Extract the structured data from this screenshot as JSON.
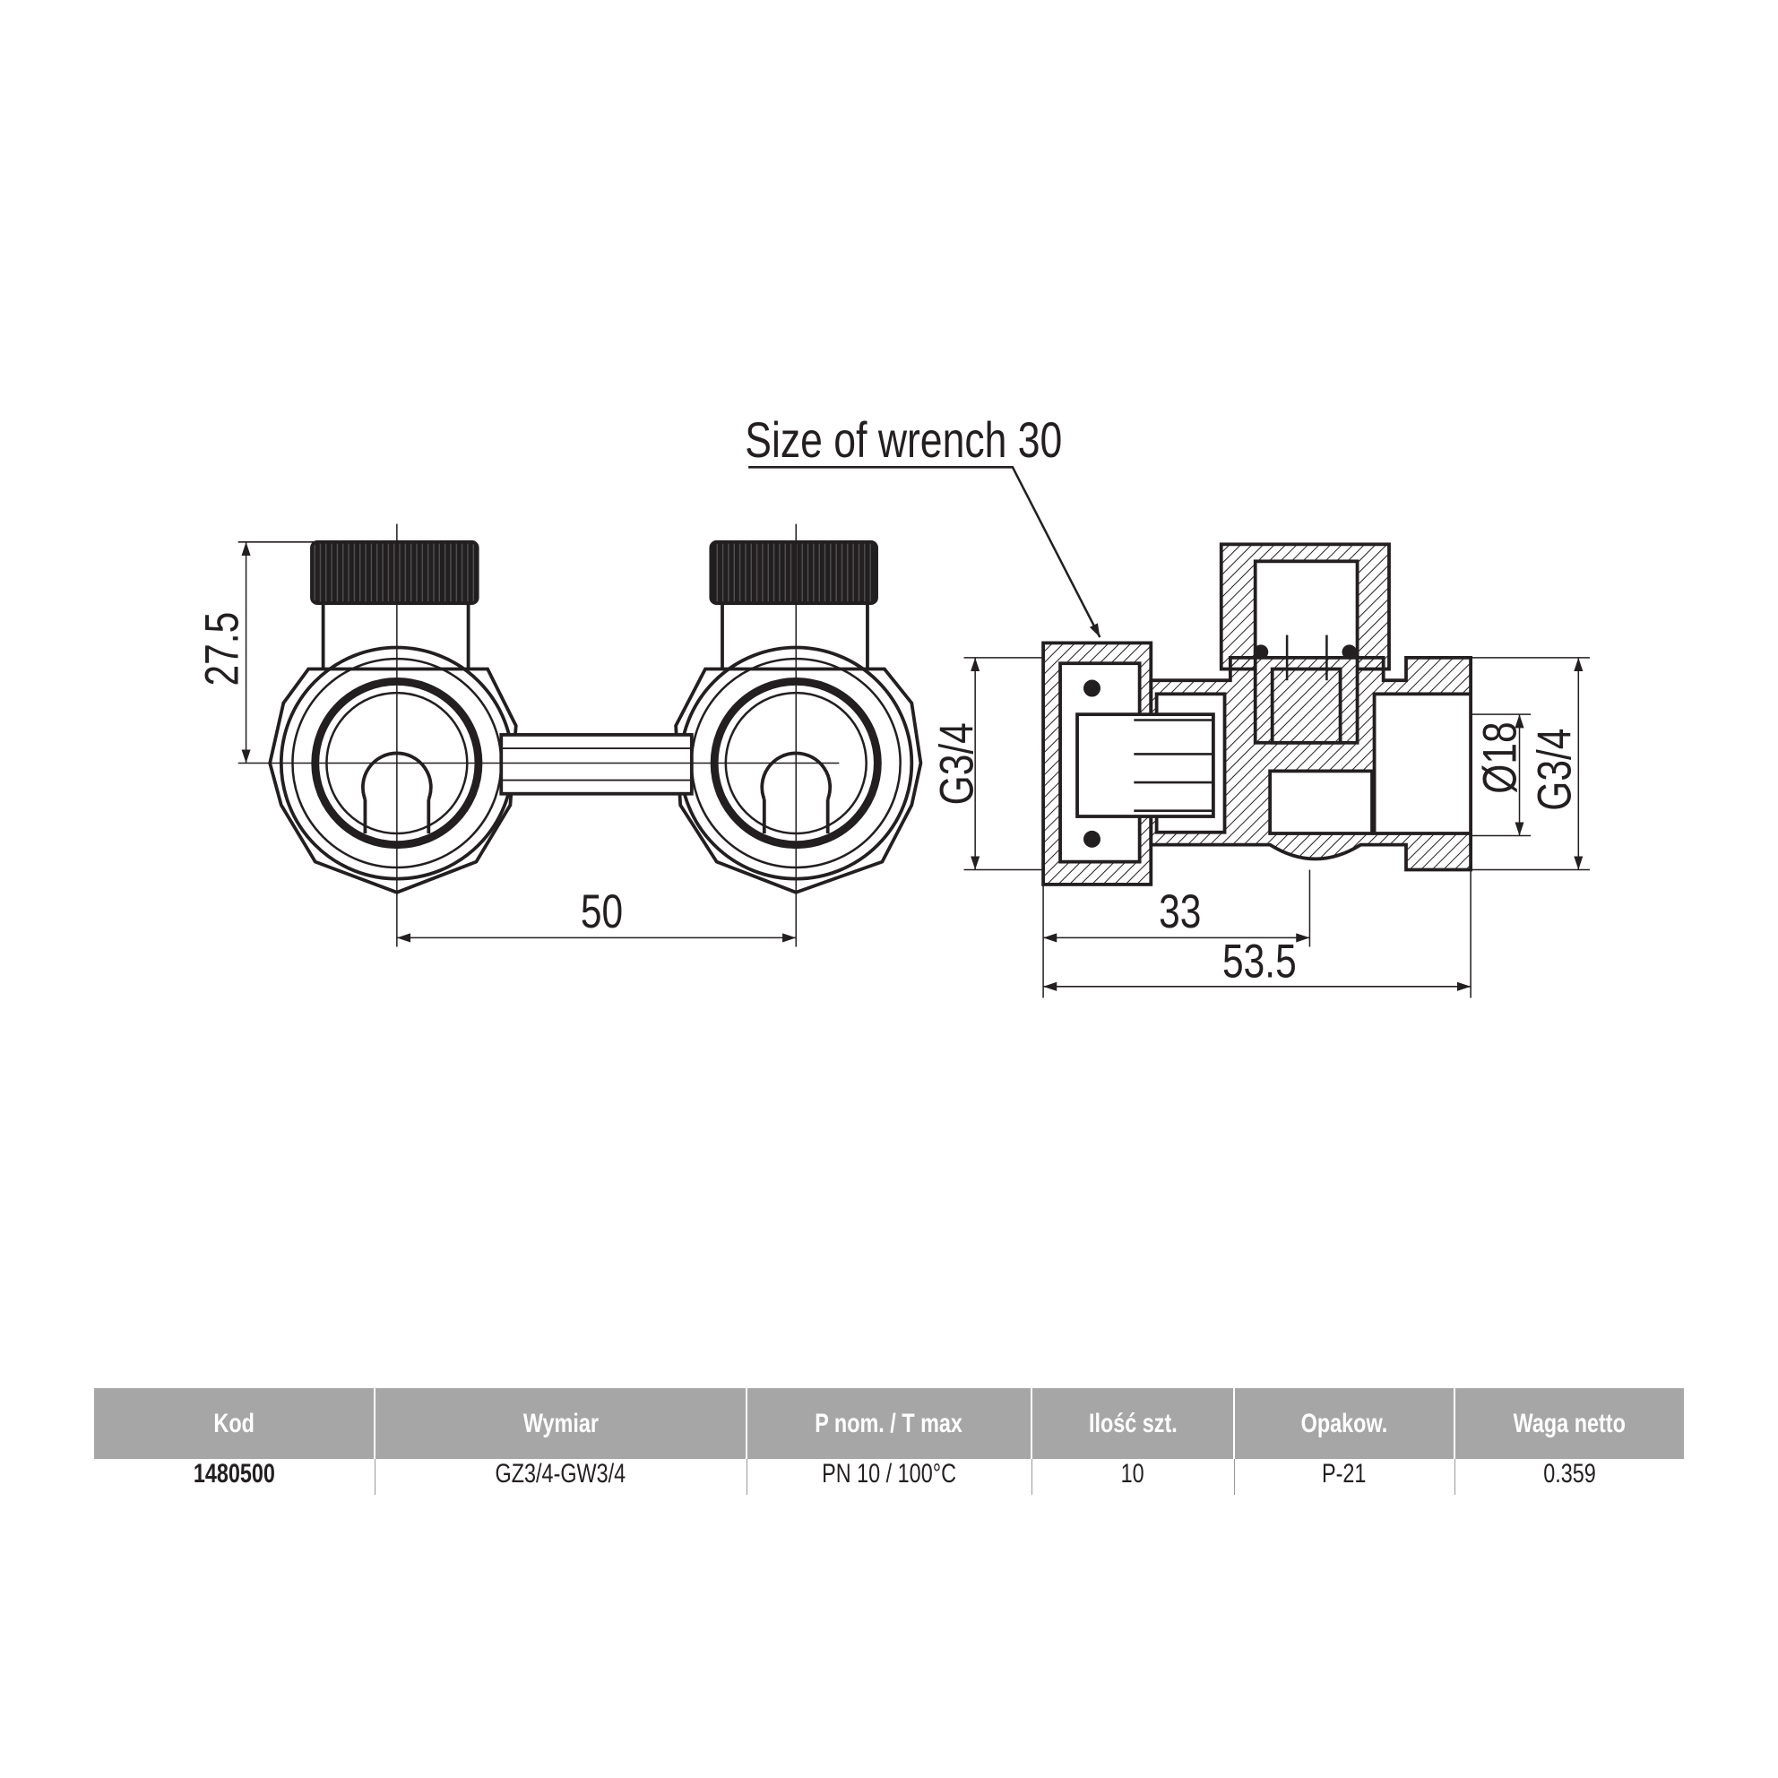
{
  "drawing": {
    "wrench_label": "Size of wrench 30",
    "dims": {
      "height_cap": "27.5",
      "spacing": "50",
      "thread_left": "G3/4",
      "thread_right": "G3/4",
      "bore": "Ø18",
      "partial_length": "33",
      "total_length": "53.5"
    }
  },
  "table": {
    "headers": [
      "Kod",
      "Wymiar",
      "P nom. / T max",
      "Ilość szt.",
      "Opakow.",
      "Waga netto"
    ],
    "rows": [
      [
        "1480500",
        "GZ3/4-GW3/4",
        "PN 10 / 100°C",
        "10",
        "P-21",
        "0.359"
      ]
    ]
  },
  "colors": {
    "line": "#231f20",
    "header_bg": "#a7a6a6"
  }
}
